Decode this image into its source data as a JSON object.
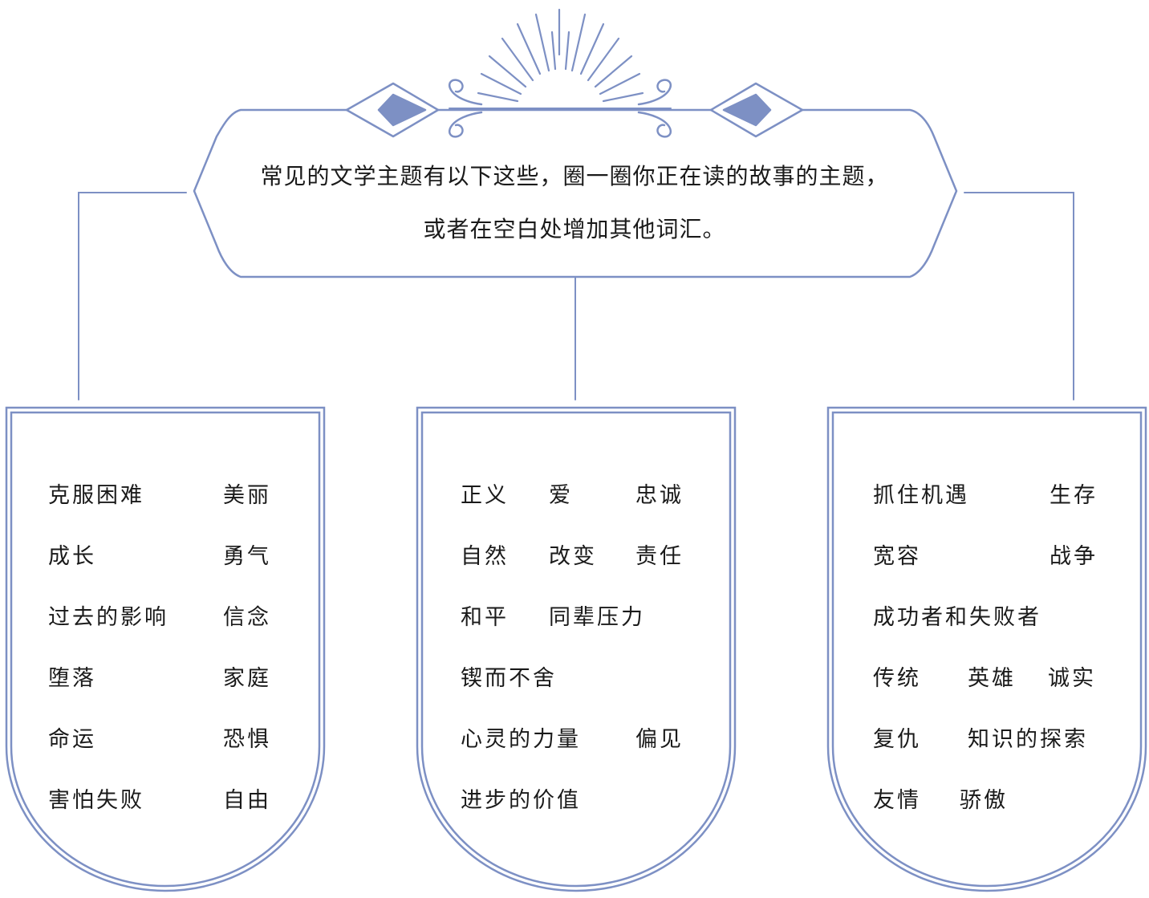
{
  "instruction": {
    "line1": "常见的文学主题有以下这些，圈一圈你正在读的故事的主题，",
    "line2": "或者在空白处增加其他词汇。"
  },
  "theme_color": "#7d90c4",
  "accent_fill": "#7d90c4",
  "columns": [
    {
      "id": "left",
      "rows": [
        [
          "克服困难",
          "美丽"
        ],
        [
          "成长",
          "勇气"
        ],
        [
          "过去的影响",
          "信念"
        ],
        [
          "堕落",
          "家庭"
        ],
        [
          "命运",
          "恐惧"
        ],
        [
          "害怕失败",
          "自由"
        ]
      ]
    },
    {
      "id": "middle",
      "rows": [
        [
          "正义",
          "爱",
          "忠诚"
        ],
        [
          "自然",
          "改变",
          "责任"
        ],
        [
          "和平",
          "同辈压力"
        ],
        [
          "锲而不舍"
        ],
        [
          "心灵的力量",
          "偏见"
        ],
        [
          "进步的价值"
        ]
      ]
    },
    {
      "id": "right",
      "rows": [
        [
          "抓住机遇",
          "生存"
        ],
        [
          "宽容",
          "战争"
        ],
        [
          "成功者和失败者"
        ],
        [
          "传统",
          "英雄",
          "诚实"
        ],
        [
          "复仇",
          "知识的探索"
        ],
        [
          "友情",
          "骄傲"
        ]
      ]
    }
  ]
}
